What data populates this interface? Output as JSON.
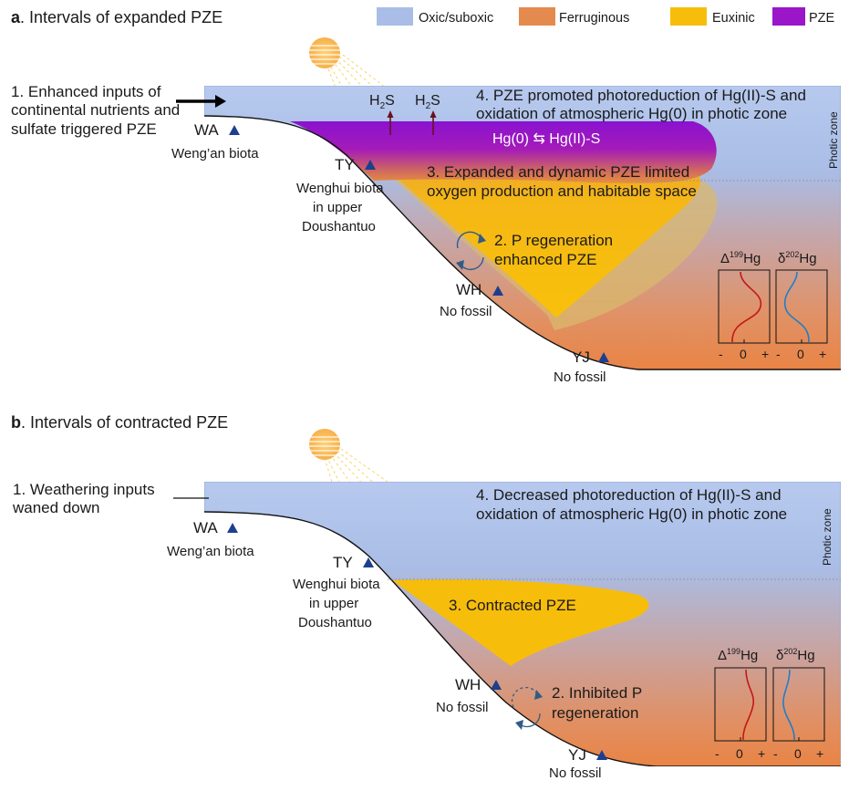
{
  "legend": [
    {
      "label": "Oxic/suboxic",
      "color": "#a9bde6"
    },
    {
      "label": "Ferruginous",
      "color": "#e58a4e"
    },
    {
      "label": "Euxinic",
      "color": "#f7bd0b"
    },
    {
      "label": "PZE",
      "color": "#9b16c9"
    }
  ],
  "panel_a": {
    "letter": "a",
    "title": ". Intervals of expanded PZE",
    "input_note": [
      "1. Enhanced inputs of",
      "continental nutrients and",
      "sulfate triggered PZE"
    ],
    "h2s_1": "H",
    "h2s_2": "H",
    "h2s_sub": "2",
    "h2s_s": "S",
    "note4": [
      "4. PZE promoted photoreduction of Hg(II)-S and",
      "oxidation of atmospheric Hg(0) in photic zone"
    ],
    "hg_eq": "Hg(0) ⇆ Hg(II)-S",
    "note3": [
      "3. Expanded and dynamic PZE limited",
      "oxygen production and habitable space"
    ],
    "note2": [
      "2. P regeneration",
      "enhanced PZE"
    ],
    "photic": "Photic zone",
    "sites": {
      "wa": "WA",
      "wa_desc": "Weng’an biota",
      "ty": "TY",
      "ty_desc": [
        "Wenghui biota",
        "in upper",
        "Doushantuo"
      ],
      "wh": "WH",
      "wh_desc": "No fossil",
      "yj": "YJ",
      "yj_desc": "No fossil"
    },
    "inset": {
      "d199_sym": "Δ",
      "d199_sup": "199",
      "d199_hg": "Hg",
      "d202_sym": "δ",
      "d202_sup": "202",
      "d202_hg": "Hg",
      "ticks": [
        "-",
        "0",
        "+"
      ]
    }
  },
  "panel_b": {
    "letter": "b",
    "title": ". Intervals of contracted PZE",
    "input_note": [
      "1. Weathering inputs",
      "waned down"
    ],
    "note4": [
      "4. Decreased photoreduction of Hg(II)-S and",
      "oxidation of atmospheric Hg(0) in photic zone"
    ],
    "note3": "3. Contracted PZE",
    "note2": [
      "2. Inhibited P",
      "regeneration"
    ],
    "photic": "Photic zone",
    "sites": {
      "wa": "WA",
      "wa_desc": "Weng’an biota",
      "ty": "TY",
      "ty_desc": [
        "Wenghui biota",
        "in upper",
        "Doushantuo"
      ],
      "wh": "WH",
      "wh_desc": "No fossil",
      "yj": "YJ",
      "yj_desc": "No fossil"
    },
    "inset": {
      "d199_sym": "Δ",
      "d199_sup": "199",
      "d199_hg": "Hg",
      "d202_sym": "δ",
      "d202_sup": "202",
      "d202_hg": "Hg",
      "ticks": [
        "-",
        "0",
        "+"
      ]
    }
  }
}
